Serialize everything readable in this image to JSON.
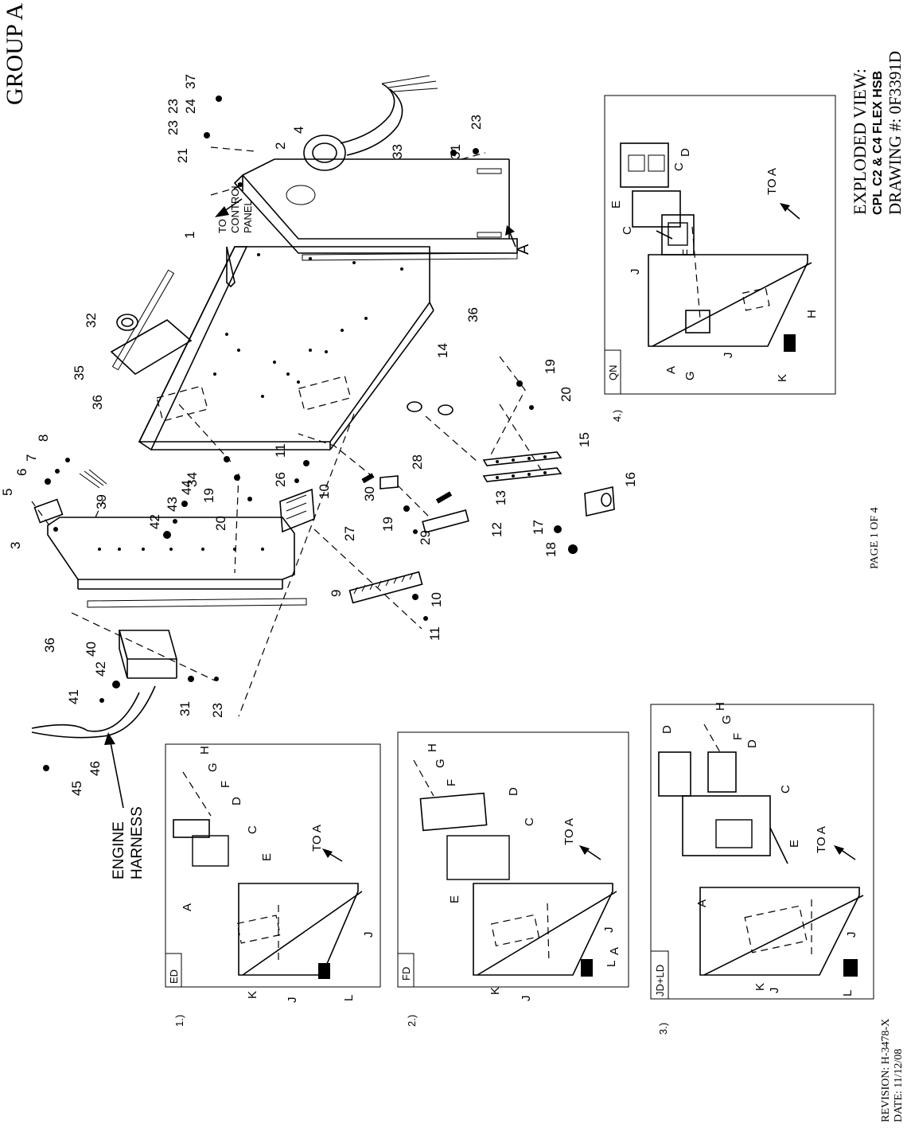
{
  "header": {
    "group": "GROUP A",
    "page": "PAGE 1 OF 4",
    "revision": "REVISION: H-3478-X",
    "date": "DATE: 11/12/08"
  },
  "title_block": {
    "heading": "EXPLODED VIEW:",
    "model": "CPL C2 & C4 FLEX HSB",
    "drawing": "DRAWING #: 0F3391D"
  },
  "main_labels": {
    "to_control_panel": [
      "TO",
      "CONTROL",
      "PANEL"
    ],
    "engine_harness": [
      "ENGINE",
      "HARNESS"
    ],
    "view_a": "A"
  },
  "callouts": [
    "1",
    "2",
    "3",
    "4",
    "5",
    "6",
    "7",
    "8",
    "9",
    "10",
    "10",
    "11",
    "11",
    "12",
    "13",
    "14",
    "15",
    "16",
    "17",
    "18",
    "19",
    "19",
    "19",
    "20",
    "20",
    "21",
    "23",
    "23",
    "23",
    "23",
    "24",
    "26",
    "27",
    "28",
    "29",
    "30",
    "31",
    "31",
    "32",
    "33",
    "34",
    "35",
    "36",
    "36",
    "36",
    "37",
    "39",
    "40",
    "41",
    "42",
    "42",
    "43",
    "44",
    "45",
    "46"
  ],
  "insets": [
    {
      "number": "1.)",
      "tag": "ED",
      "letters": [
        "A",
        "C",
        "D",
        "E",
        "F",
        "G",
        "H",
        "J",
        "J",
        "K",
        "L"
      ],
      "to_a": "TO A"
    },
    {
      "number": "2.)",
      "tag": "FD",
      "letters": [
        "A",
        "C",
        "D",
        "E",
        "F",
        "G",
        "H",
        "J",
        "J",
        "K",
        "L"
      ],
      "to_a": "TO A"
    },
    {
      "number": "3.)",
      "tag": "JD+LD",
      "letters": [
        "A",
        "C",
        "D",
        "D",
        "E",
        "F",
        "G",
        "H",
        "J",
        "J",
        "K",
        "L"
      ],
      "to_a": "TO A"
    },
    {
      "number": "4.)",
      "tag": "QN",
      "letters": [
        "A",
        "C",
        "C",
        "D",
        "E",
        "F",
        "G",
        "H",
        "J",
        "J",
        "K"
      ],
      "to_a": "TO A"
    }
  ]
}
